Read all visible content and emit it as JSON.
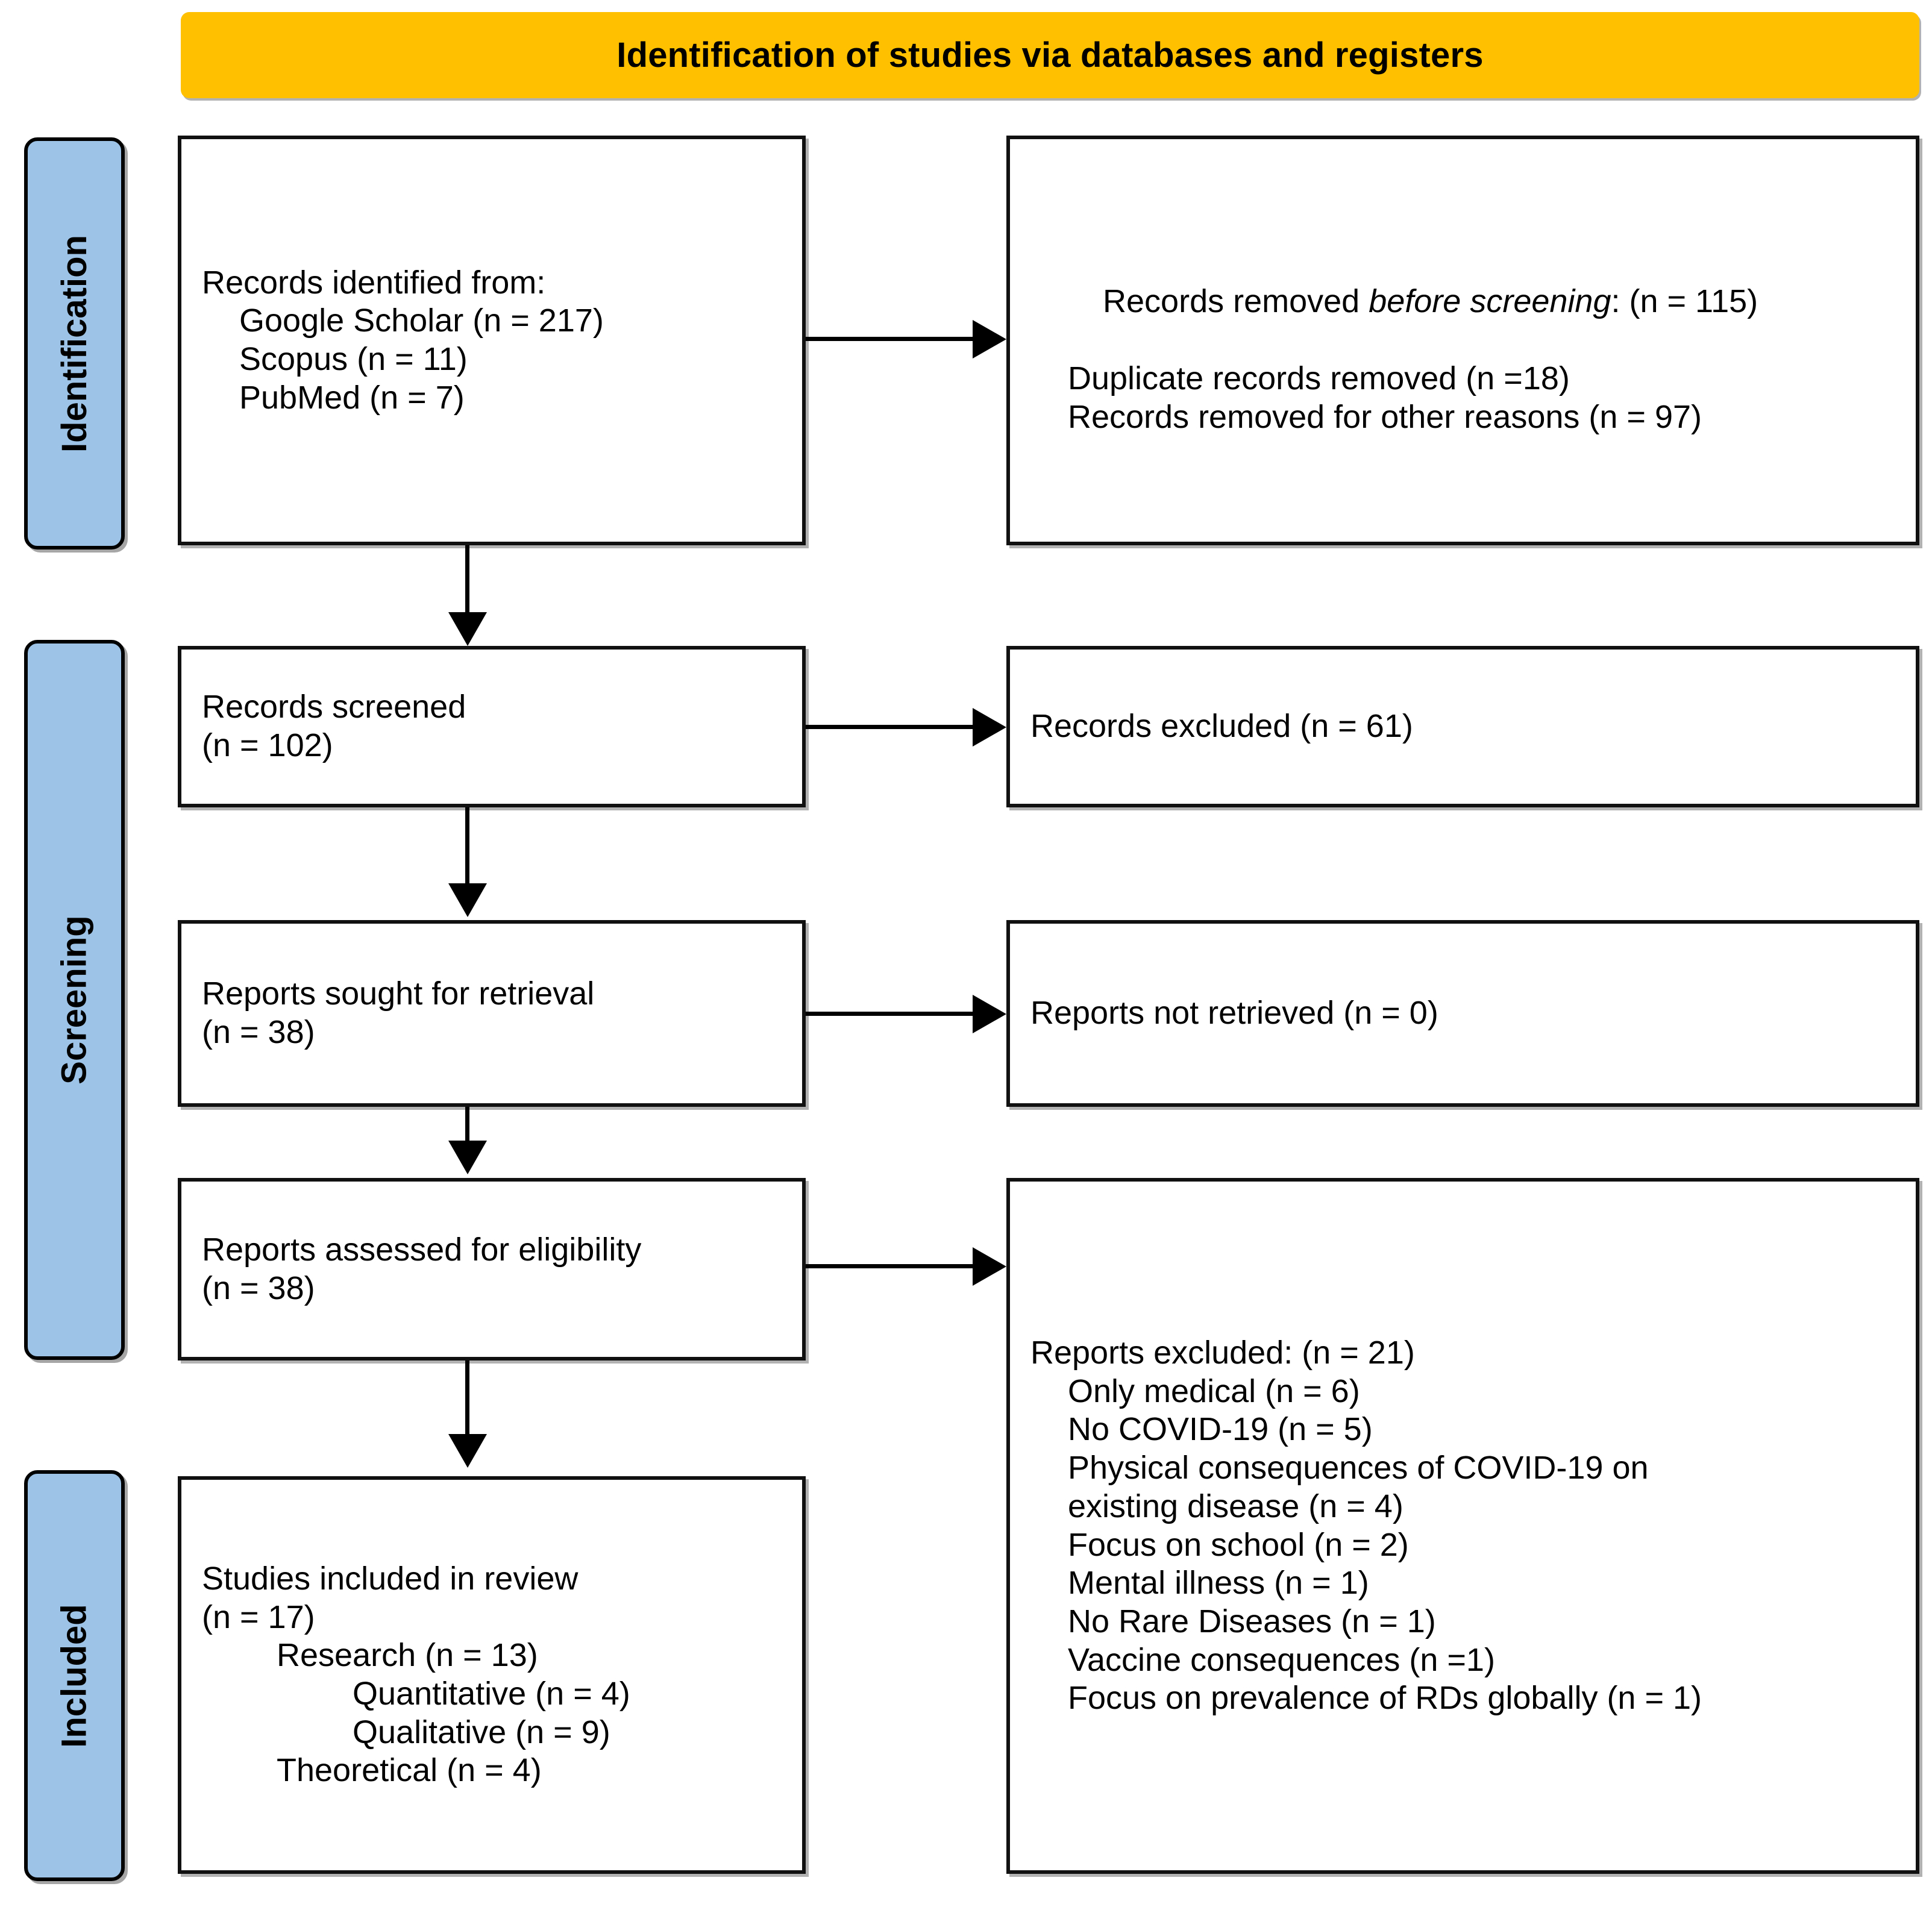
{
  "banner": {
    "title": "Identification of studies via databases and registers"
  },
  "stages": [
    {
      "id": "identification",
      "label": "Identification"
    },
    {
      "id": "screening",
      "label": "Screening"
    },
    {
      "id": "included",
      "label": "Included"
    }
  ],
  "boxes": {
    "records_identified": {
      "name": "records-identified",
      "lines": [
        {
          "text": "Records identified from:",
          "indent": 0
        },
        {
          "text": "Google Scholar (n = 217)",
          "indent": 1
        },
        {
          "text": "Scopus (n = 11)",
          "indent": 1
        },
        {
          "text": "PubMed (n = 7)",
          "indent": 1
        }
      ]
    },
    "records_removed": {
      "name": "records-removed-before-screening",
      "lines": [
        {
          "text": "Records removed before screening: (n = 115)",
          "indent": 0,
          "italic_part": "before screening"
        },
        {
          "text": "Duplicate records removed (n =18)",
          "indent": 1
        },
        {
          "text": "Records removed for other reasons (n = 97)",
          "indent": 1
        }
      ]
    },
    "records_screened": {
      "name": "records-screened",
      "lines": [
        {
          "text": "Records screened",
          "indent": 0
        },
        {
          "text": "(n = 102)",
          "indent": 0
        }
      ]
    },
    "records_excluded": {
      "name": "records-excluded",
      "lines": [
        {
          "text": "Records excluded (n = 61)",
          "indent": 0
        }
      ]
    },
    "reports_sought": {
      "name": "reports-sought-for-retrieval",
      "lines": [
        {
          "text": "Reports sought for retrieval",
          "indent": 0
        },
        {
          "text": "(n = 38)",
          "indent": 0
        }
      ]
    },
    "reports_not_retrieved": {
      "name": "reports-not-retrieved",
      "lines": [
        {
          "text": "Reports not retrieved (n = 0)",
          "indent": 0
        }
      ]
    },
    "reports_assessed": {
      "name": "reports-assessed-for-eligibility",
      "lines": [
        {
          "text": "Reports assessed for eligibility",
          "indent": 0
        },
        {
          "text": "(n = 38)",
          "indent": 0
        }
      ]
    },
    "reports_excluded": {
      "name": "reports-excluded",
      "lines": [
        {
          "text": "Reports excluded: (n = 21)",
          "indent": 0
        },
        {
          "text": "Only medical (n = 6)",
          "indent": 1
        },
        {
          "text": "No COVID-19 (n = 5)",
          "indent": 1
        },
        {
          "text": "Physical consequences of COVID-19 on",
          "indent": 1
        },
        {
          "text": "existing disease (n = 4)",
          "indent": 1
        },
        {
          "text": "Focus on school (n = 2)",
          "indent": 1
        },
        {
          "text": "Mental illness (n = 1)",
          "indent": 1
        },
        {
          "text": "No Rare Diseases (n = 1)",
          "indent": 1
        },
        {
          "text": "Vaccine consequences (n =1)",
          "indent": 1
        },
        {
          "text": "Focus on prevalence of RDs globally (n = 1)",
          "indent": 1
        }
      ]
    },
    "studies_included": {
      "name": "studies-included-in-review",
      "lines": [
        {
          "text": "Studies included in review",
          "indent": 0
        },
        {
          "text": "(n = 17)",
          "indent": 0
        },
        {
          "text": "Research (n = 13)",
          "indent": 2
        },
        {
          "text": "Quantitative (n = 4)",
          "indent": 3
        },
        {
          "text": "Qualitative (n = 9)",
          "indent": 3
        },
        {
          "text": "Theoretical (n = 4)",
          "indent": 2
        }
      ]
    }
  },
  "colors": {
    "banner_fill": "#FFC000",
    "stage_fill": "#9DC3E6",
    "box_border": "#111111",
    "connector": "#000000",
    "text": "#000000"
  }
}
